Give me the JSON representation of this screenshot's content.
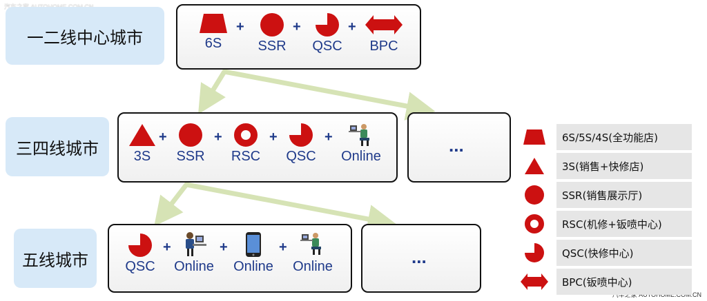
{
  "watermark_top": "汽车之家 AUTOHOME.COM.CN",
  "watermark_bottom": "汽车之家 AUTOHOME.COM.CN",
  "tiers": [
    {
      "label": "一二线中心城市"
    },
    {
      "label": "三四线城市"
    },
    {
      "label": "五线城市"
    }
  ],
  "row1": {
    "items": [
      "6S",
      "SSR",
      "QSC",
      "BPC"
    ],
    "plus": "+"
  },
  "row2": {
    "items": [
      "3S",
      "SSR",
      "RSC",
      "QSC",
      "Online"
    ],
    "plus": "+",
    "more": "..."
  },
  "row3": {
    "items": [
      "QSC",
      "Online",
      "Online",
      "Online"
    ],
    "plus": "+",
    "more": "..."
  },
  "legend": [
    {
      "icon": "trapezoid-icon",
      "text": "6S/5S/4S(全功能店)"
    },
    {
      "icon": "triangle-icon",
      "text": "3S(销售+快修店)"
    },
    {
      "icon": "circle-icon",
      "text": "SSR(销售展示厅)"
    },
    {
      "icon": "ring-icon",
      "text": "RSC(机修+钣喷中心)"
    },
    {
      "icon": "pie-icon",
      "text": "QSC(快修中心)"
    },
    {
      "icon": "double-arrow-icon",
      "text": "BPC(钣喷中心)"
    }
  ],
  "colors": {
    "shape": "#cc1111",
    "label": "#1f3a8a",
    "tier_bg": "#d7e9f8",
    "arrow": "#d6e3b5"
  }
}
